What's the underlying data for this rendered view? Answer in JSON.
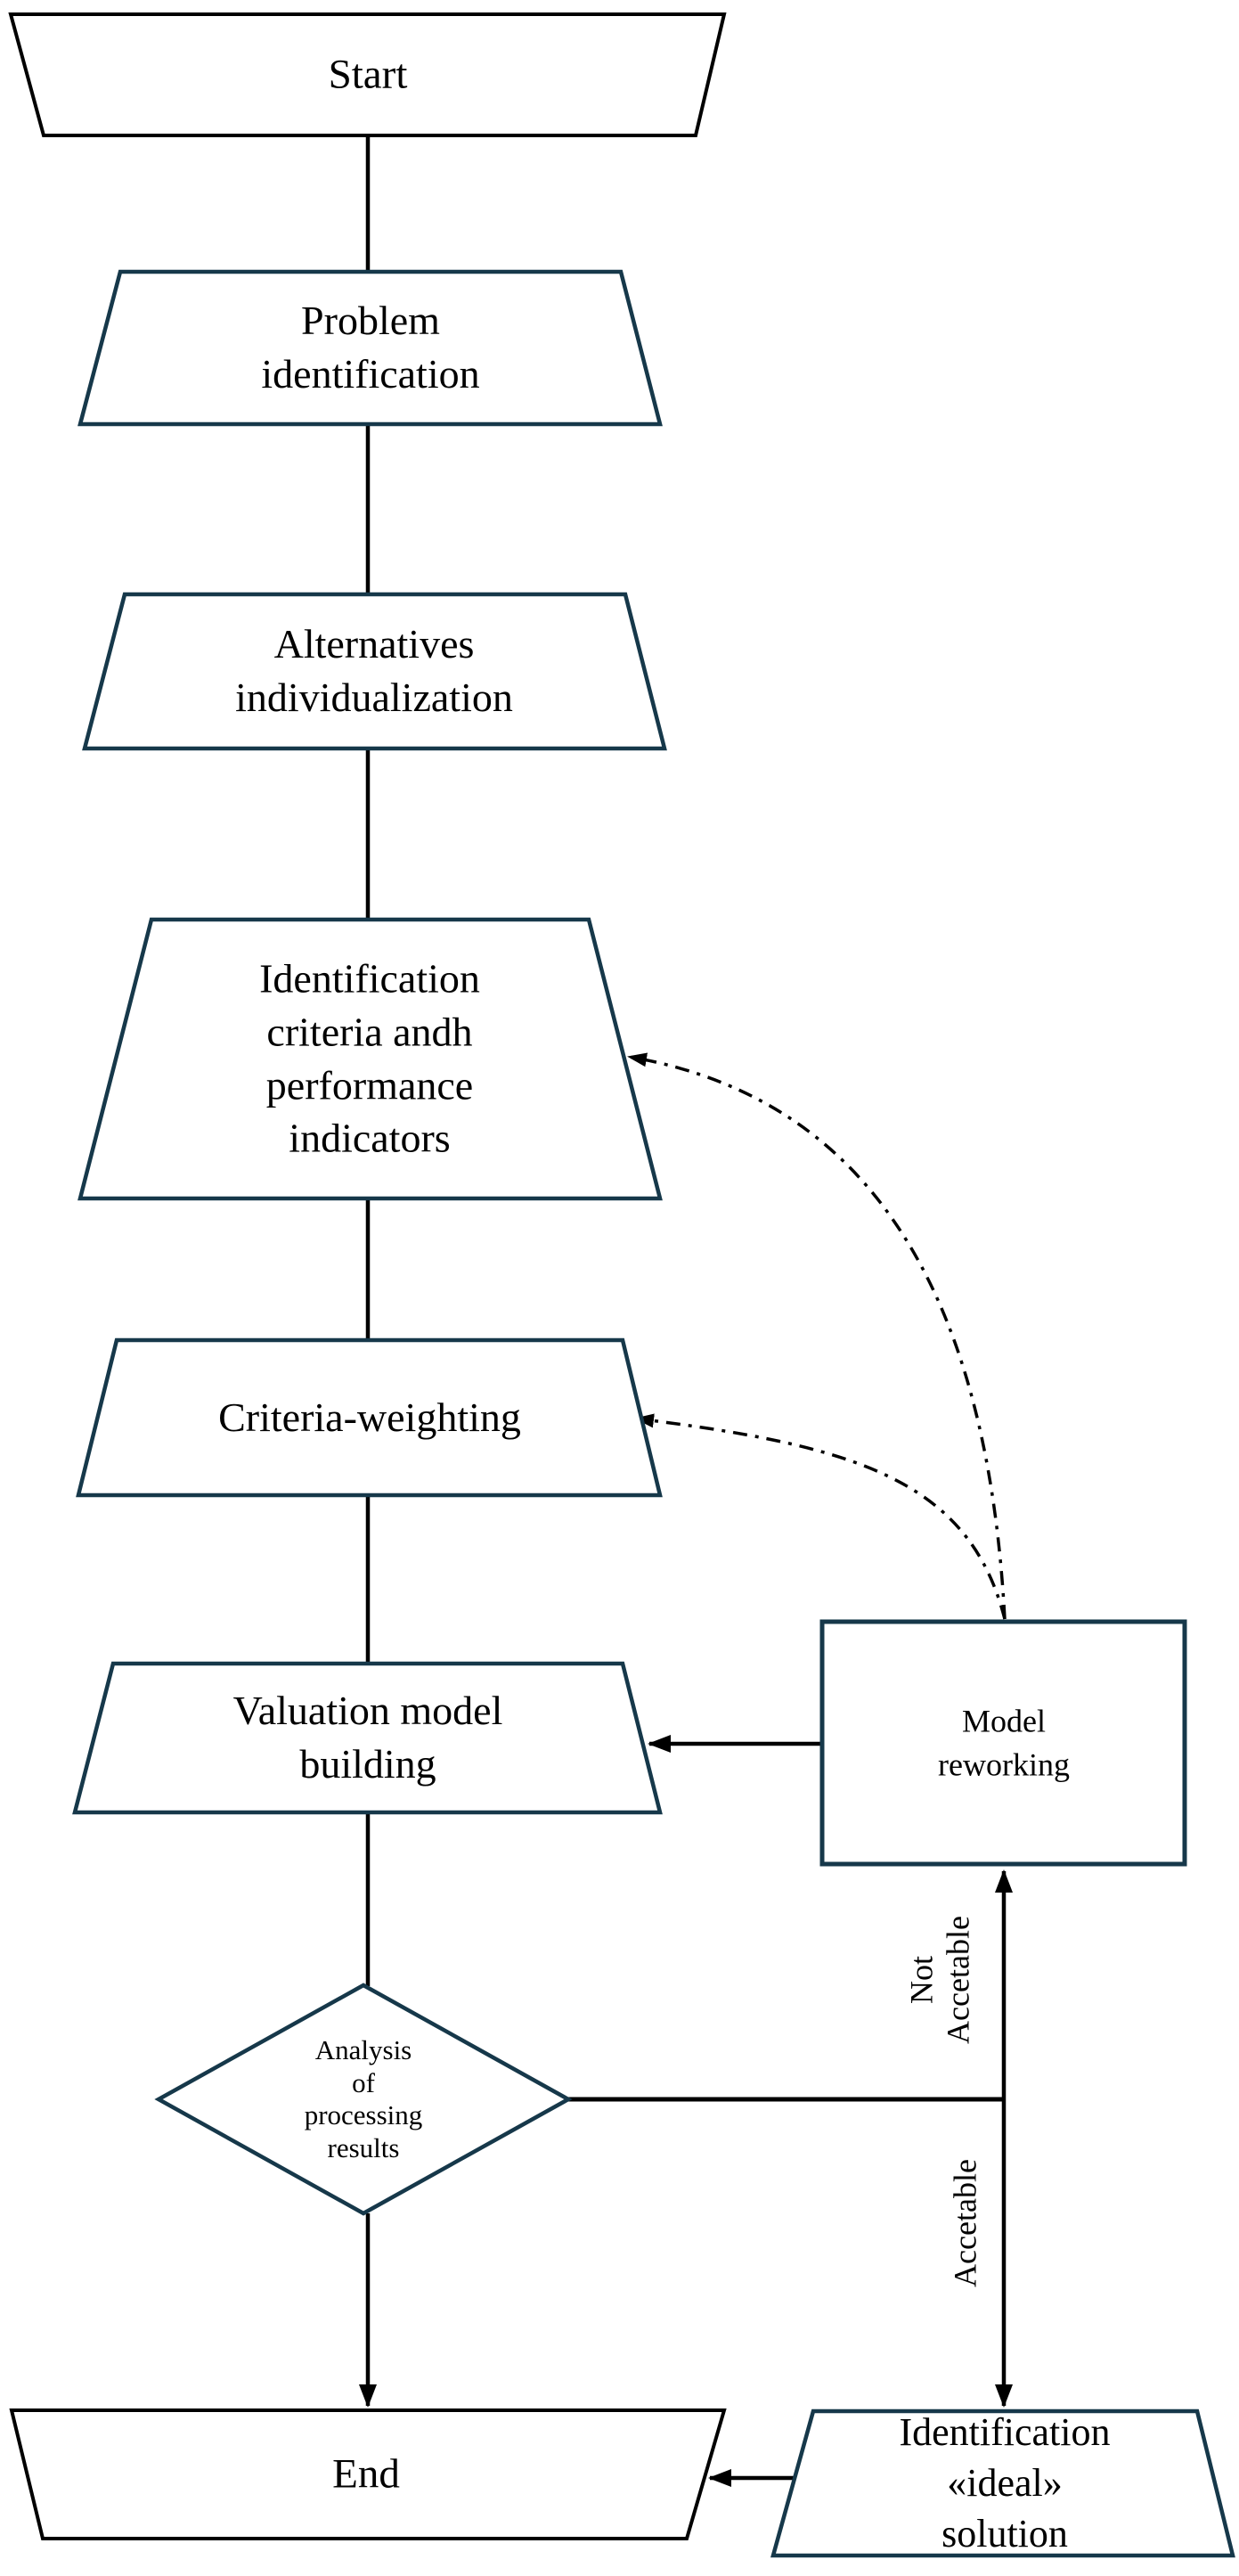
{
  "diagram": {
    "type": "flowchart",
    "background": "#ffffff",
    "colors": {
      "terminal_border": "#000000",
      "process_border": "#16384a",
      "connector": "#000000",
      "dashdot_connector": "#000000",
      "text": "#000000",
      "shape_fill": "#ffffff"
    },
    "nodes": {
      "start": {
        "label": "Start",
        "shape": "trapezoid"
      },
      "problem_identification": {
        "label": "Problem\nidentification",
        "shape": "trapezoid"
      },
      "alternatives_individualization": {
        "label": "Alternatives\nindividualization",
        "shape": "trapezoid"
      },
      "identification_criteria": {
        "label": "Identification\ncriteria andh\nperformance\nindicators",
        "shape": "trapezoid"
      },
      "criteria_weighting": {
        "label": "Criteria-weighting",
        "shape": "trapezoid"
      },
      "valuation_model_building": {
        "label": "Valuation model\nbuilding",
        "shape": "trapezoid"
      },
      "analysis_decision": {
        "label": "Analysis\nof\nprocessing\nresults",
        "shape": "diamond"
      },
      "model_reworking": {
        "label": "Model\nreworking",
        "shape": "rectangle"
      },
      "end": {
        "label": "End",
        "shape": "trapezoid"
      },
      "ideal_solution": {
        "label": "Identification\n«ideal» solution",
        "shape": "trapezoid"
      }
    },
    "edge_labels": {
      "not_acceptable": "Not\nAccetable",
      "acceptable": "Accetable"
    }
  }
}
